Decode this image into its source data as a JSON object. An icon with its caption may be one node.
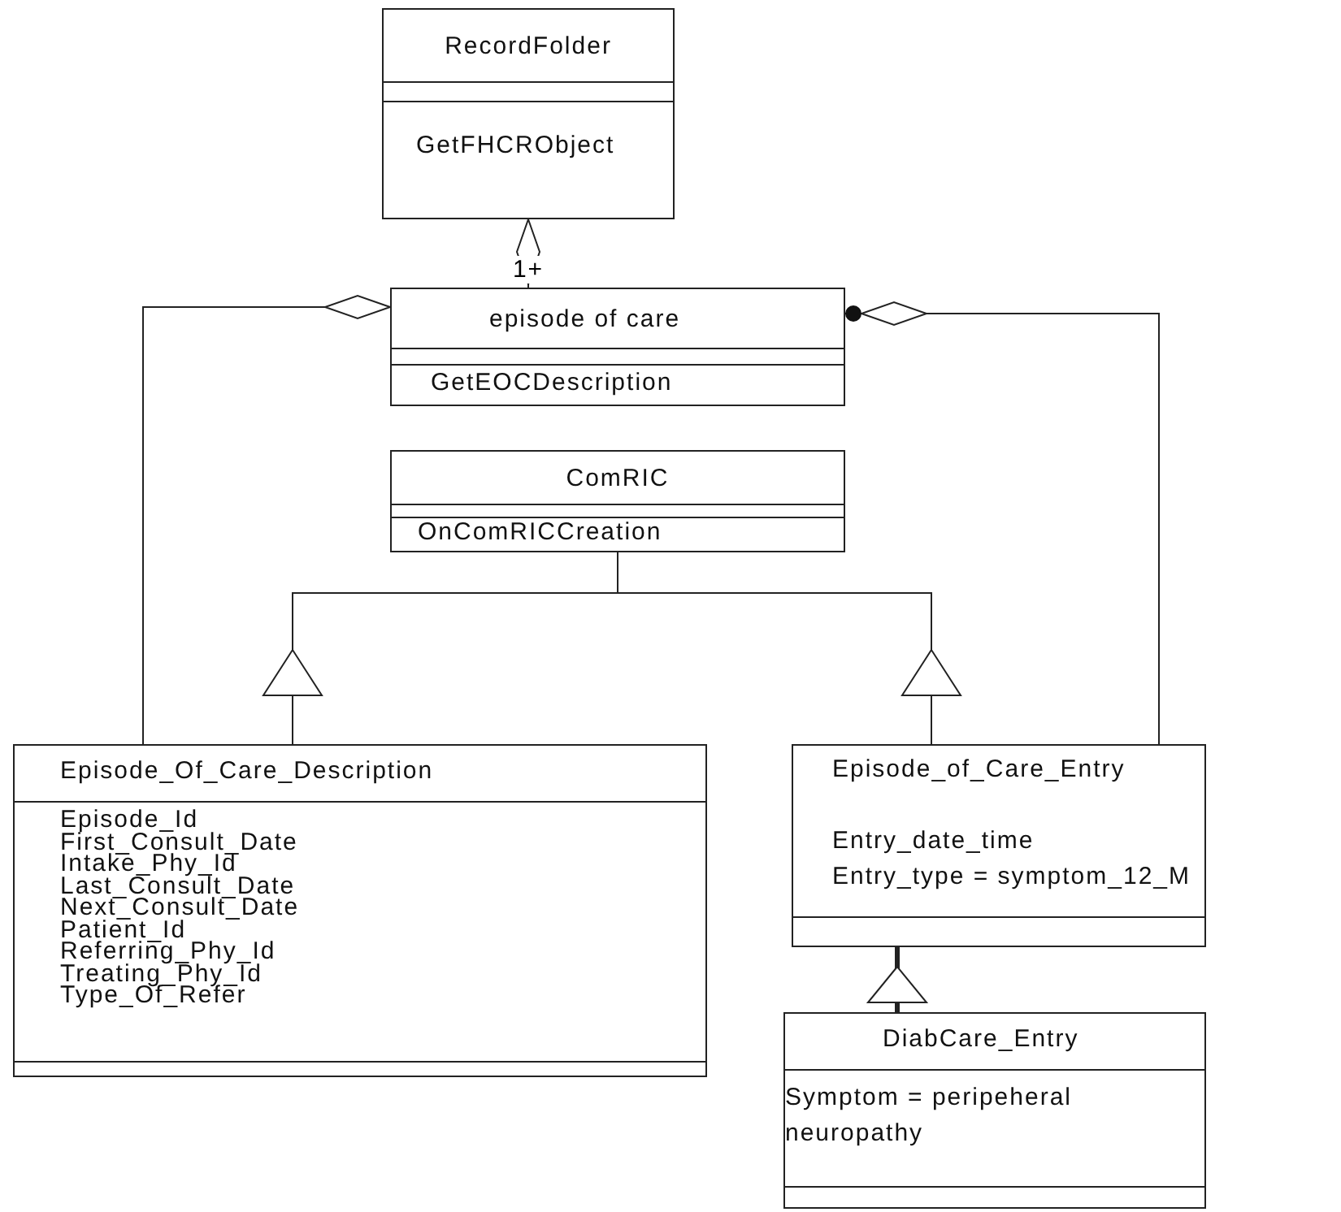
{
  "diagram": {
    "nodes": [
      {
        "text": [
          "RecordFolder",
          "GetFHCRObject"
        ]
      },
      {
        "text": [
          "episode of care",
          "GetEOCDescription"
        ]
      },
      {
        "text": [
          "ComRIC",
          "OnComRICCreation"
        ]
      },
      {
        "text": [
          "Episode_Of_Care_Description",
          "Episode_Id",
          "First_Consult_Date",
          "Intake_Phy_Id",
          "Last_Consult_Date",
          "Next_Consult_Date",
          "Patient_Id",
          "Referring_Phy_Id",
          "Treating_Phy_Id",
          "Type_Of_Refer"
        ]
      },
      {
        "text": [
          "Episode_of_Care_Entry",
          "Entry_date_time",
          "Entry_type = symptom_12_M"
        ]
      },
      {
        "text": [
          "DiabCare_Entry",
          "Symptom = peripeheral neuropathy"
        ]
      }
    ],
    "edges": [
      {
        "from": 0,
        "to": 1,
        "arrow": "other",
        "label": "1+"
      },
      {
        "from": 3,
        "to": 1,
        "arrow": "other"
      },
      {
        "from": 4,
        "to": 1,
        "arrow": "other"
      },
      {
        "from": 3,
        "to": 2,
        "arrow": "to"
      },
      {
        "from": 4,
        "to": 2,
        "arrow": "to"
      },
      {
        "from": 5,
        "to": 4,
        "arrow": "to",
        "style": "thick"
      }
    ]
  }
}
